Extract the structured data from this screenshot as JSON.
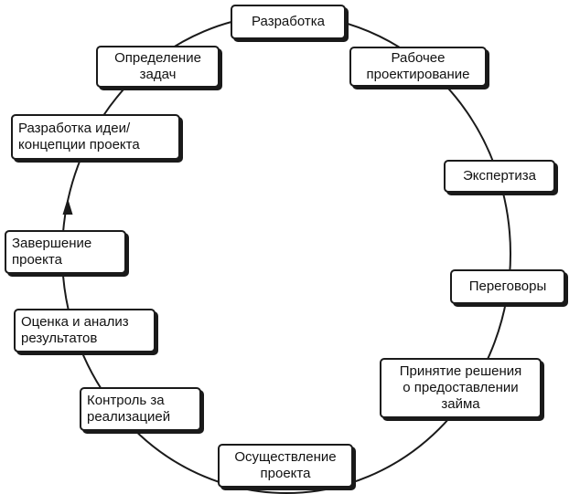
{
  "diagram": {
    "nodes": [
      {
        "id": "development",
        "text": "Разработка"
      },
      {
        "id": "working-design",
        "text": "Рабочее\nпроектирование"
      },
      {
        "id": "expertise",
        "text": "Экспертиза"
      },
      {
        "id": "negotiations",
        "text": "Переговоры"
      },
      {
        "id": "loan-decision",
        "text": "Принятие решения\nо предоставлении\nзайма"
      },
      {
        "id": "implementation",
        "text": "Осуществление\nпроекта"
      },
      {
        "id": "control",
        "text": "Контроль за\nреализацией"
      },
      {
        "id": "evaluation",
        "text": "Оценка и анализ\nрезультатов"
      },
      {
        "id": "completion",
        "text": "Завершение\nпроекта"
      },
      {
        "id": "idea",
        "text": "Разработка идеи/\nконцепции проекта"
      },
      {
        "id": "task-definition",
        "text": "Определение\nзадач"
      }
    ],
    "cycle_direction": "clockwise",
    "arrow": "arrowhead near the top of the left arc, pointing up toward the idea-development node"
  },
  "colors": {
    "stroke": "#1a1a1a",
    "background": "#ffffff"
  }
}
